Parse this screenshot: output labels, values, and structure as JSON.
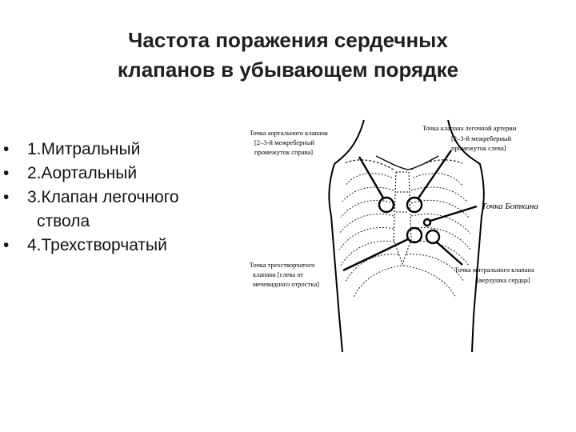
{
  "title": {
    "line1": "Частота поражения сердечных",
    "line2": "клапанов в убывающем порядке"
  },
  "bullets": [
    {
      "marker": "•",
      "text": "1.Митральный"
    },
    {
      "marker": "•",
      "text": "2.Аортальный"
    },
    {
      "marker": "•",
      "text": "3.Клапан легочного",
      "continuation": "ствола"
    },
    {
      "marker": "•",
      "text": "4.Трехстворчатый"
    }
  ],
  "diagram": {
    "aortic": {
      "line1": "Точка аортального клапана",
      "line2": "[2–3-й межреберный",
      "line3": "промежуток справа]"
    },
    "pulmonary": {
      "line1": "Точка клапана легочной артерии",
      "line2": "[2–3-й межреберный",
      "line3": "промежуток слева]"
    },
    "botkin": {
      "line1": "Точка Боткина"
    },
    "tricuspid": {
      "line1": "Точка трехстворчатого",
      "line2": "клапана [слева от",
      "line3": "мечевидного отростка]"
    },
    "mitral": {
      "line1": "Точка митрального клапана",
      "line2": "[верхушка сердца]"
    }
  },
  "colors": {
    "text": "#111111",
    "title": "#1f1f1f",
    "line": "#000000"
  }
}
